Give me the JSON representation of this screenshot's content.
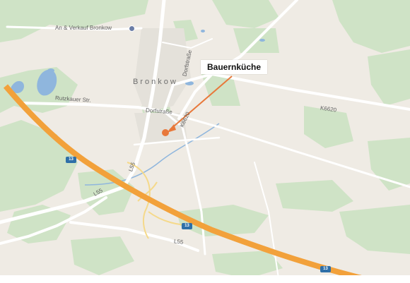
{
  "map": {
    "callout_label": "Bauernküche",
    "town_label": "Bronkow",
    "poi_label": "An & Verkauf Bronkow",
    "street_labels": {
      "rutzkauer": "Rutzkauer Str.",
      "dorfstrasse_h": "Dorfstraße",
      "dorfstrasse_v": "Dorfstraße",
      "k6620_main": "K6620",
      "k6620_branch": "K6620",
      "l55_north": "L55",
      "l55_west": "L55",
      "l55_south": "L55"
    },
    "route_shields": [
      "13",
      "13",
      "13"
    ],
    "colors": {
      "land": "#efebe4",
      "forest": "#cfe3c6",
      "water": "#8fb6dd",
      "road": "#ffffff",
      "motorway": "#f2a13b",
      "marker": "#e8783a",
      "shield": "#2e6fa8"
    },
    "icons": {
      "poi": "shopping-icon",
      "marker": "location-dot-icon"
    }
  }
}
